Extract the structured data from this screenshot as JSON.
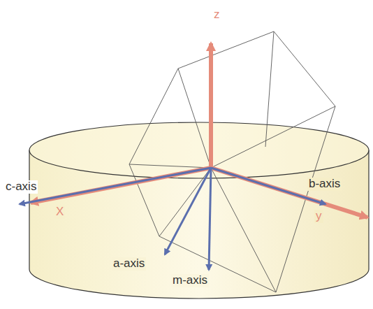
{
  "diagram": {
    "labels": [
      "z",
      "c-axis",
      "X",
      "b-axis",
      "y",
      "a-axis",
      "m-axis"
    ]
  }
}
